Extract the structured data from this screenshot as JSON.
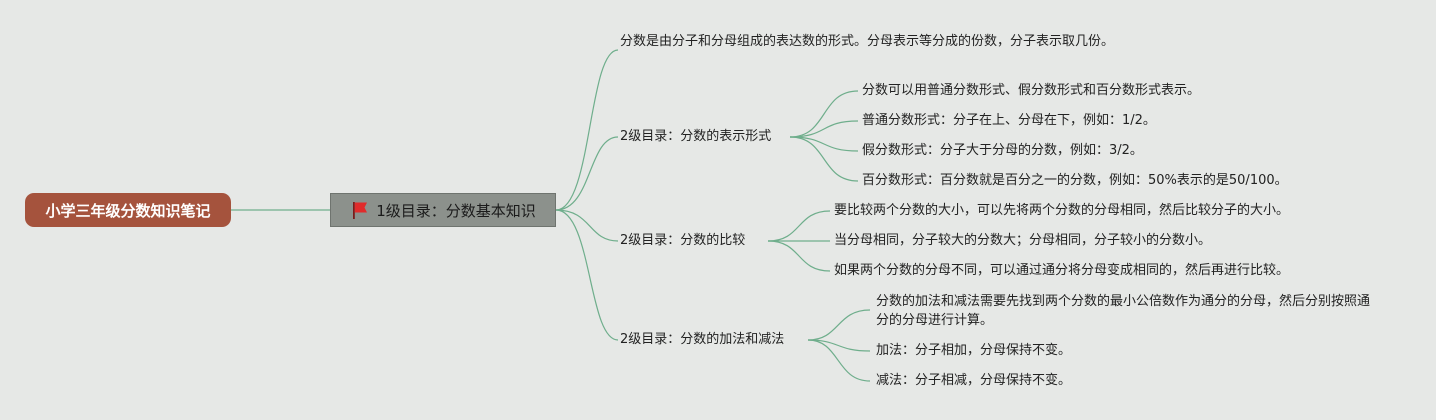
{
  "root": {
    "title": "小学三年级分数知识笔记"
  },
  "level1": {
    "title": "1级目录：分数基本知识",
    "icon": "red-flag-icon",
    "flag_color": "#e02b2b"
  },
  "definition": "分数是由分子和分母组成的表达数的形式。分母表示等分成的份数，分子表示取几份。",
  "sections": [
    {
      "title": "2级目录：分数的表示形式",
      "items": [
        "分数可以用普通分数形式、假分数形式和百分数形式表示。",
        "普通分数形式：分子在上、分母在下，例如：1/2。",
        "假分数形式：分子大于分母的分数，例如：3/2。",
        "百分数形式：百分数就是百分之一的分数，例如：50%表示的是50/100。"
      ]
    },
    {
      "title": "2级目录：分数的比较",
      "items": [
        "要比较两个分数的大小，可以先将两个分数的分母相同，然后比较分子的大小。",
        "当分母相同，分子较大的分数大；分母相同，分子较小的分数小。",
        "如果两个分数的分母不同，可以通过通分将分母变成相同的，然后再进行比较。"
      ]
    },
    {
      "title": "2级目录：分数的加法和减法",
      "items": [
        "分数的加法和减法需要先找到两个分数的最小公倍数作为通分的分母，然后分别按照通分的分母进行计算。",
        "加法：分子相加，分母保持不变。",
        "减法：分子相减，分母保持不变。"
      ]
    }
  ],
  "colors": {
    "connector": "#6fae8c",
    "root_bg": "#a5533d",
    "level1_bg": "#8c918c",
    "canvas_bg": "#e6e8e6"
  }
}
